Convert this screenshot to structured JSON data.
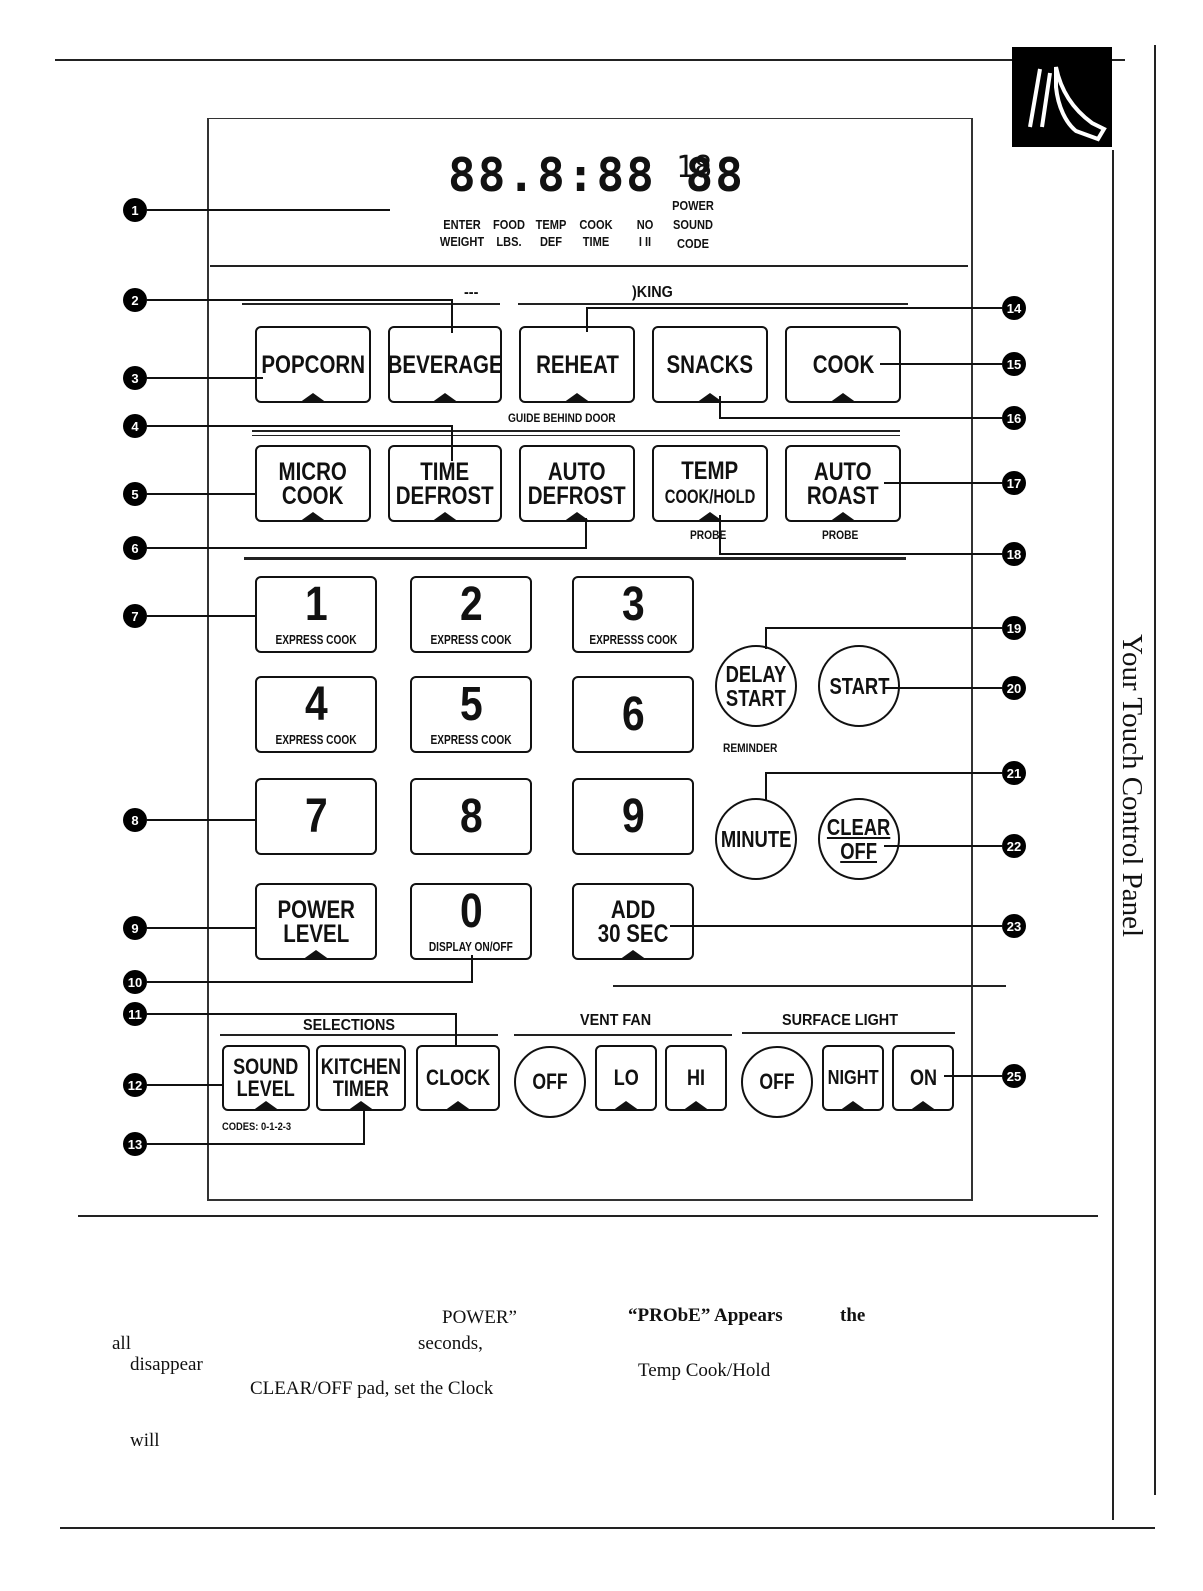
{
  "display": {
    "digits": "88.8:88 88",
    "power_digit": "18",
    "power_label": "POWER",
    "sound_label": "SOUND",
    "code_label": "CODE",
    "labels": [
      {
        "top": "ENTER",
        "bottom": "WEIGHT"
      },
      {
        "top": "FOOD",
        "bottom": "LBS."
      },
      {
        "top": "TEMP",
        "bottom": "DEF"
      },
      {
        "top": "COOK",
        "bottom": "TIME"
      },
      {
        "top": "NO",
        "bottom": "I II"
      }
    ]
  },
  "sections": {
    "cooking_partial": ")KING",
    "cooking_left_partial": "---",
    "guide": "GUIDE BEHIND DOOR",
    "probe1": "PROBE",
    "probe2": "PROBE",
    "reminder": "REMINDER",
    "selections": "SELECTIONS",
    "vent_fan": "VENT FAN",
    "surface_light": "SURFACE LIGHT",
    "codes": "CODES: 0-1-2-3"
  },
  "row1": [
    "POPCORN",
    "BEVERAGE",
    "REHEAT",
    "SNACKS",
    "COOK"
  ],
  "row2": [
    "MICRO\nCOOK",
    "TIME\nDEFROST",
    "AUTO\nDEFROST",
    "TEMP",
    "AUTO\nROAST"
  ],
  "temp_sub": "COOK/HOLD",
  "keys": {
    "k1": "1",
    "k1_sub": "EXPRESS COOK",
    "k2": "2",
    "k2_sub": "EXPRESS COOK",
    "k3": "3",
    "k3_sub": "EXPRESSS COOK",
    "k4": "4",
    "k4_sub": "EXPRESS COOK",
    "k5": "5",
    "k5_sub": "EXPRESS COOK",
    "k6": "6",
    "k7": "7",
    "k8": "8",
    "k9": "9",
    "k0": "0",
    "k0_sub": "DISPLAY ON/OFF",
    "power_level": "POWER\nLEVEL",
    "add30": "ADD\n30 SEC"
  },
  "circles": {
    "delay_start": "DELAY\nSTART",
    "start": "START",
    "minute": "MINUTE",
    "clear_off": "CLEAR\nOFF"
  },
  "bottom_row": {
    "sound_level": "SOUND\nLEVEL",
    "kitchen_timer": "KITCHEN\nTIMER",
    "clock": "CLOCK",
    "vent_off": "OFF",
    "lo": "LO",
    "hi": "HI",
    "light_off": "OFF",
    "night": "NIGHT",
    "on": "ON"
  },
  "callouts": [
    "1",
    "2",
    "3",
    "4",
    "5",
    "6",
    "7",
    "8",
    "9",
    "10",
    "11",
    "12",
    "13",
    "14",
    "15",
    "16",
    "17",
    "18",
    "19",
    "20",
    "21",
    "22",
    "23",
    "25"
  ],
  "side_title": "Your Touch Control Panel",
  "body": {
    "power_q": "POWER”",
    "seconds": "seconds,",
    "all": "all",
    "disappear": "disappear",
    "clear_off": "CLEAR/OFF pad, set the Clock",
    "will": "will",
    "probe_appears": "“PRObE” Appears",
    "the": "the",
    "temp_cook_hold": "Temp Cook/Hold"
  }
}
